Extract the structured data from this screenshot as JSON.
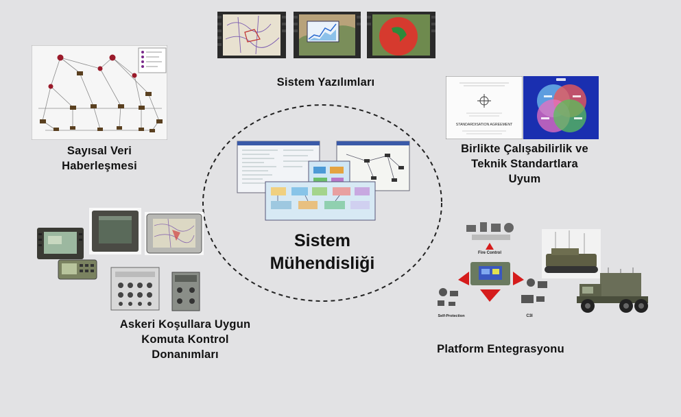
{
  "center": {
    "lines": [
      "Sistem",
      "Mühendisliği"
    ]
  },
  "topics": {
    "software": {
      "lines": [
        "Sistem Yazılımları"
      ]
    },
    "datalink": {
      "lines": [
        "Sayısal Veri",
        "Haberleşmesi"
      ]
    },
    "interop": {
      "lines": [
        "Birlikte Çalışabilirlik ve",
        "Teknik Standartlara",
        "Uyum"
      ]
    },
    "hardware": {
      "lines": [
        "Askeri Koşullara Uygun",
        "Komuta Kontrol",
        "Donanımları"
      ]
    },
    "platform": {
      "lines": [
        "Platform Entegrasyonu"
      ]
    }
  },
  "image_text": {
    "standard_doc": "STANDARDISATION AGREEMENT",
    "fire_control": "Fire Control",
    "self_protection": "Self-Protection",
    "c3i": "C3I"
  },
  "colors": {
    "background": "#e2e2e4",
    "dashed_circle": "#222222",
    "venn_background": "#1a2fb0",
    "arrow_red": "#d51c1c"
  }
}
